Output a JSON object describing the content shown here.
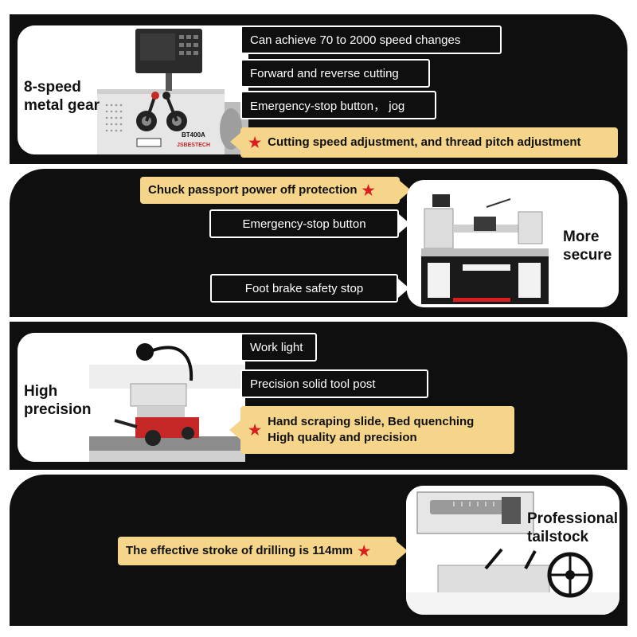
{
  "colors": {
    "background": "#0f0f0f",
    "highlight": "#f5d58a",
    "star": "#d81e1e",
    "accent_red": "#c62828"
  },
  "section1": {
    "heading": "8-speed\nmetal gear",
    "machine_label": "BT400A",
    "brand": "JSBESTECH",
    "features": [
      "Can achieve 70 to 2000 speed changes",
      "Forward and reverse cutting",
      "Emergency-stop button， jog"
    ],
    "highlight": "Cutting speed adjustment, and thread pitch adjustment"
  },
  "section2": {
    "heading": "More\nsecure",
    "highlight": "Chuck passport power off protection",
    "features": [
      "Emergency-stop button",
      "Foot brake safety stop"
    ]
  },
  "section3": {
    "heading": "High\nprecision",
    "features": [
      "Work light",
      "Precision solid tool post"
    ],
    "highlight_lines": [
      "Hand scraping slide, Bed quenching",
      "High quality and precision"
    ]
  },
  "section4": {
    "heading": "Professional\ntailstock",
    "highlight": "The effective stroke of drilling is 114mm"
  },
  "icons": {
    "star": "★"
  }
}
